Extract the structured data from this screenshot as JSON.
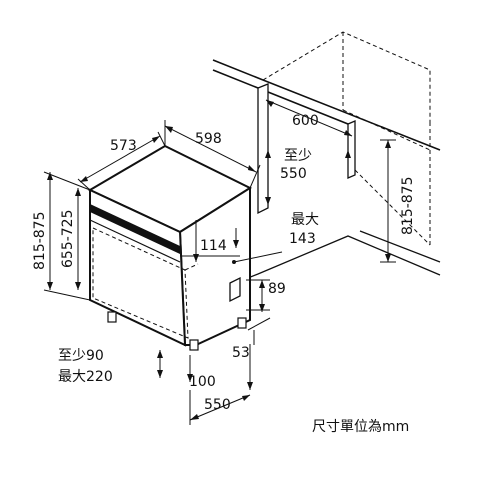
{
  "dims": {
    "width_573": "573",
    "depth_598": "598",
    "niche_600": "600",
    "min_550_prefix": "至少",
    "min_550_value": "550",
    "height_815_875_left": "815-875",
    "height_655_725": "655-725",
    "height_815_875_right": "815-875",
    "max_143_prefix": "最大",
    "max_143_value": "143",
    "d_114": "114",
    "d_89": "89",
    "d_53": "53",
    "min_90": "至少90",
    "max_220": "最大220",
    "d_100": "100",
    "d_550": "550"
  },
  "unit_note": "尺寸單位為mm"
}
